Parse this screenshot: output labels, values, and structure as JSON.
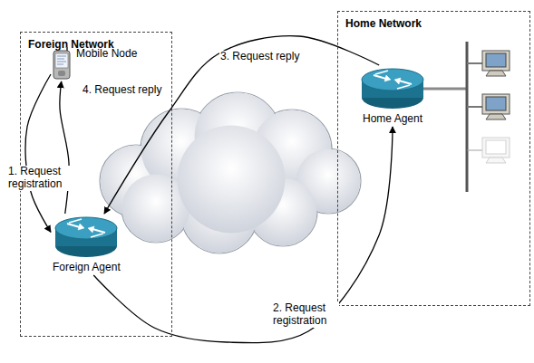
{
  "diagram": {
    "nodes": [
      {
        "text": [
          "Foreign Network"
        ]
      },
      {
        "text": [
          "Mobile Node"
        ],
        "in": 0
      },
      {
        "text": [
          "Foreign Agent"
        ],
        "in": 0
      },
      {
        "text": [
          "Home Network"
        ]
      },
      {
        "text": [
          "Home Agent"
        ],
        "in": 3
      }
    ],
    "edges": [
      {
        "from": 1,
        "to": 2,
        "label": "1. Request registration",
        "arrow": "to"
      },
      {
        "from": 2,
        "to": 4,
        "label": "2. Request registration",
        "arrow": "to"
      },
      {
        "from": 4,
        "to": 2,
        "label": "3. Request reply",
        "arrow": "to"
      },
      {
        "from": 2,
        "to": 1,
        "label": "4. Request reply",
        "arrow": "to"
      }
    ]
  }
}
